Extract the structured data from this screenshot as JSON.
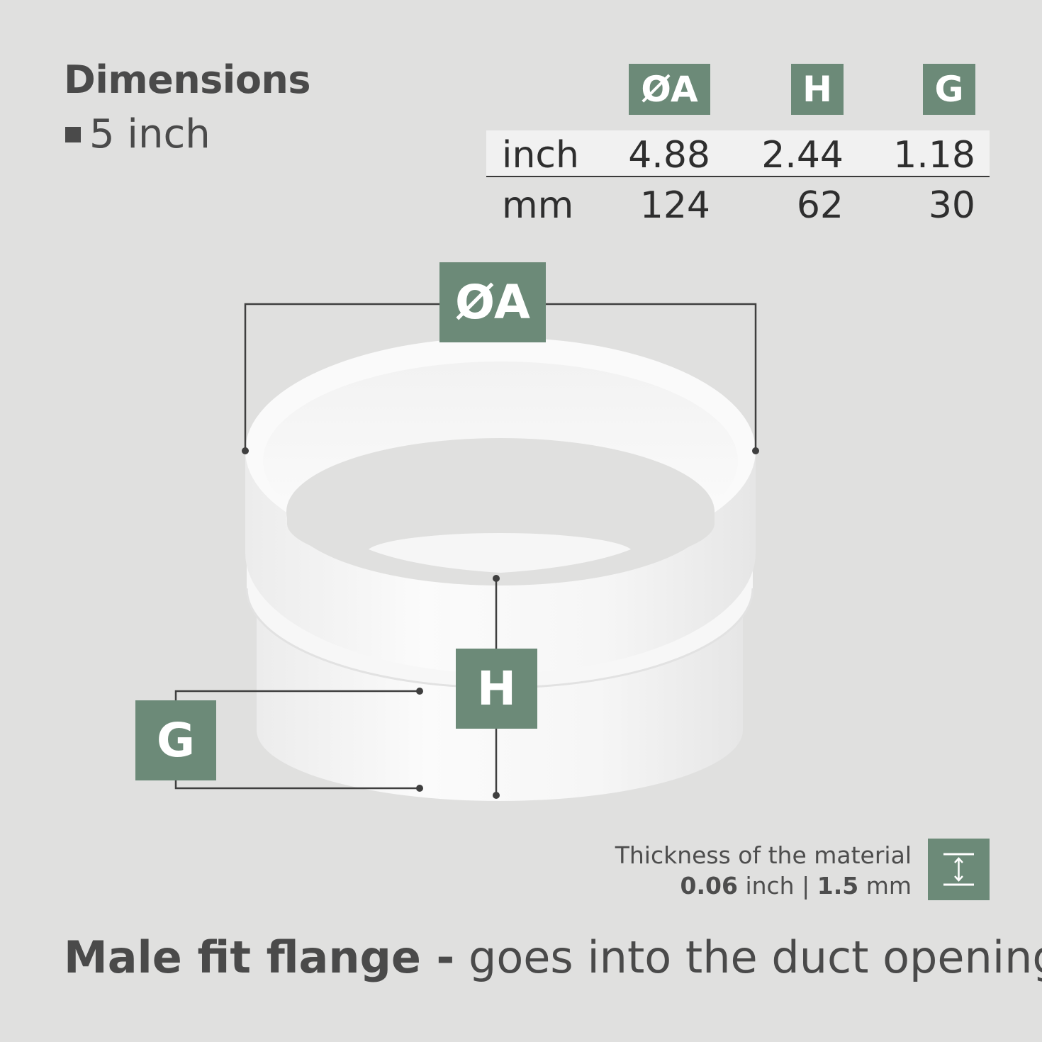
{
  "header": {
    "title": "Dimensions",
    "size_label": "5 inch"
  },
  "table": {
    "columns": [
      "ØA",
      "H",
      "G"
    ],
    "rows": [
      {
        "unit": "inch",
        "values": [
          "4.88",
          "2.44",
          "1.18"
        ]
      },
      {
        "unit": "mm",
        "values": [
          "124",
          "62",
          "30"
        ]
      }
    ]
  },
  "diagram": {
    "label_a": "ØA",
    "label_h": "H",
    "label_g": "G"
  },
  "thickness": {
    "label": "Thickness of the material",
    "inch_value": "0.06",
    "inch_unit": "inch",
    "separator": "|",
    "mm_value": "1.5",
    "mm_unit": "mm",
    "icon": "thickness-icon"
  },
  "footer": {
    "bold_text": "Male fit flange -",
    "rest_text": "goes into the duct opening"
  },
  "colors": {
    "accent": "#6c8a78",
    "background": "#e0e0df",
    "text": "#4a4a4a"
  }
}
